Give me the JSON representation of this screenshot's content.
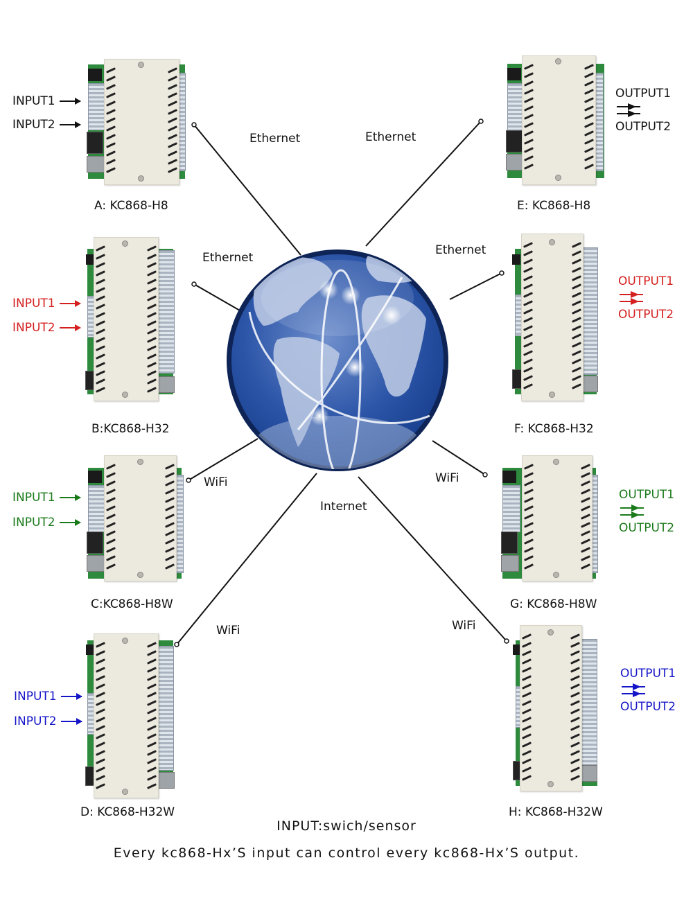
{
  "colors": {
    "black": "#111111",
    "red": "#d42020",
    "green": "#1a7a1a",
    "blue": "#1515c8",
    "globe_dark": "#1a3f8f",
    "globe_border": "#0e2456"
  },
  "center": {
    "name": "globe-icon",
    "label": "Internet"
  },
  "connections": [
    {
      "id": "A",
      "label": "Ethernet"
    },
    {
      "id": "E",
      "label": "Ethernet"
    },
    {
      "id": "B",
      "label": "Ethernet"
    },
    {
      "id": "F",
      "label": "Ethernet"
    },
    {
      "id": "C",
      "label": "WiFi"
    },
    {
      "id": "G",
      "label": "WiFi"
    },
    {
      "id": "D",
      "label": "WiFi"
    },
    {
      "id": "H",
      "label": "WiFi"
    }
  ],
  "devices": {
    "A": {
      "label": "A: KC868-H8",
      "io": [
        "INPUT1",
        "INPUT2"
      ],
      "color": "black"
    },
    "B": {
      "label": "B:KC868-H32",
      "io": [
        "INPUT1",
        "INPUT2"
      ],
      "color": "red"
    },
    "C": {
      "label": "C:KC868-H8W",
      "io": [
        "INPUT1",
        "INPUT2"
      ],
      "color": "green"
    },
    "D": {
      "label": "D: KC868-H32W",
      "io": [
        "INPUT1",
        "INPUT2"
      ],
      "color": "blue"
    },
    "E": {
      "label": "E: KC868-H8",
      "io": [
        "OUTPUT1",
        "OUTPUT2"
      ],
      "color": "black"
    },
    "F": {
      "label": "F: KC868-H32",
      "io": [
        "OUTPUT1",
        "OUTPUT2"
      ],
      "color": "red"
    },
    "G": {
      "label": "G: KC868-H8W",
      "io": [
        "OUTPUT1",
        "OUTPUT2"
      ],
      "color": "green"
    },
    "H": {
      "label": "H: KC868-H32W",
      "io": [
        "OUTPUT1",
        "OUTPUT2"
      ],
      "color": "blue"
    }
  },
  "footer": {
    "input_note": "INPUT:swich/sensor",
    "summary": "Every kc868-Hx’S input can control every kc868-Hx’S  output."
  }
}
